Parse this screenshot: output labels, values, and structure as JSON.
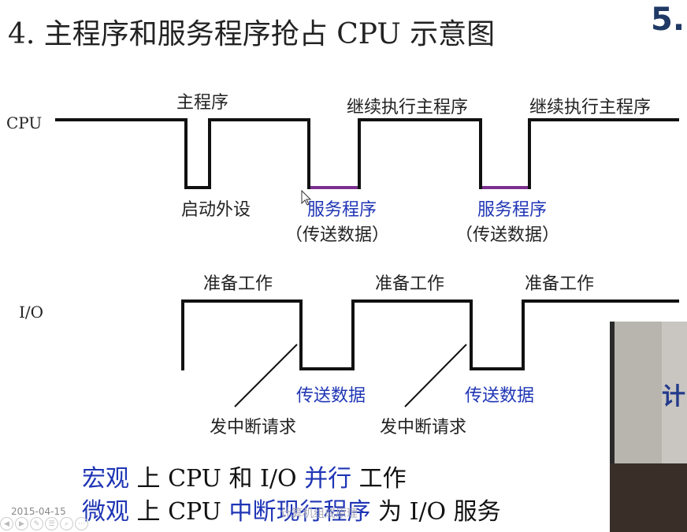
{
  "title": "4. 主程序和服务程序抢占 CPU 示意图",
  "slide_number": "5.",
  "cpu": {
    "row_label": "CPU",
    "main_program": "主程序",
    "continue_1": "继续执行主程序",
    "continue_2": "继续执行主程序",
    "start_device": "启动外设",
    "service_1": "服务程序",
    "service_1_note": "（传送数据）",
    "service_2": "服务程序",
    "service_2_note": "（传送数据）"
  },
  "io": {
    "row_label": "I/O",
    "prepare_1": "准备工作",
    "prepare_2": "准备工作",
    "prepare_3": "准备工作",
    "transfer_1": "传送数据",
    "transfer_2": "传送数据",
    "interrupt_1": "发中断请求",
    "interrupt_2": "发中断请求"
  },
  "summary": {
    "line1": {
      "prefix": "宏观",
      "mid1": " 上 CPU 和 I/O ",
      "highlight": "并行",
      "suffix": " 工作"
    },
    "line2": {
      "prefix": "微观",
      "mid1": " 上 CPU ",
      "highlight": "中断现行程序",
      "suffix": " 为 I/O 服务"
    }
  },
  "footer": {
    "date": "2015-04-15",
    "text": "计算机组成原理"
  },
  "video": {
    "sign": "计"
  },
  "colors": {
    "blue": "#1f35b5",
    "purple": "#7b2f8f",
    "line": "#111111"
  }
}
